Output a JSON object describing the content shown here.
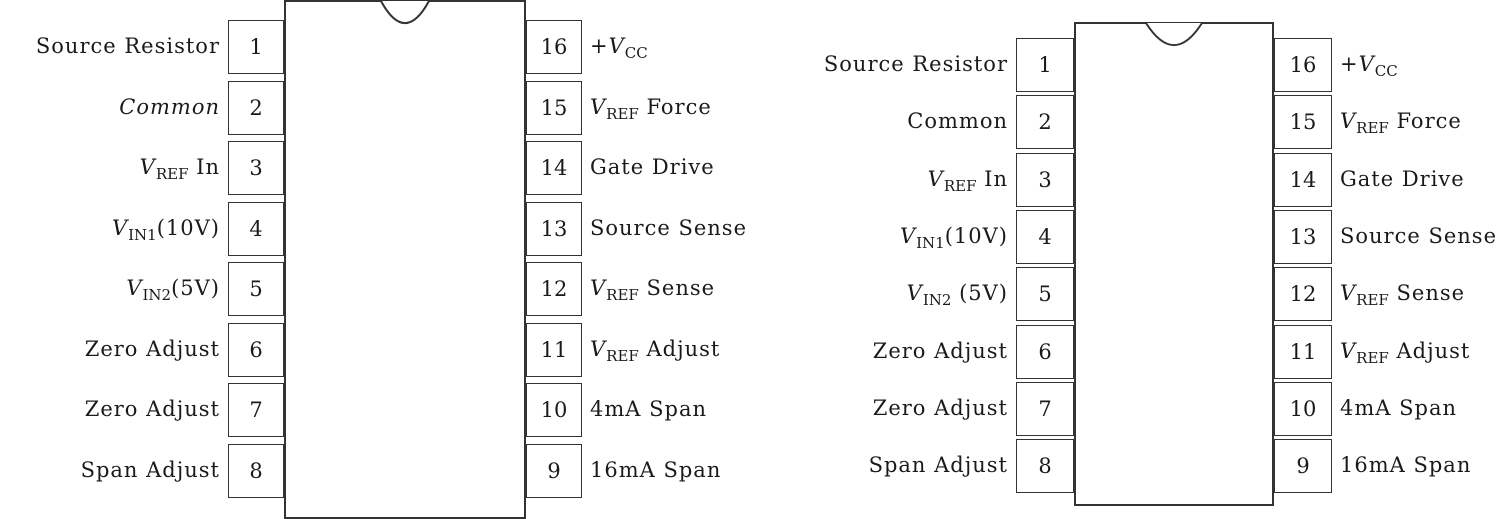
{
  "diagrams": [
    {
      "left_pins": [
        {
          "num": "1",
          "label": "Source Resistor"
        },
        {
          "num": "2",
          "label": "Common",
          "italic": true
        },
        {
          "num": "3",
          "label": "",
          "sym": "V",
          "sub": "REF",
          "suffix": " In"
        },
        {
          "num": "4",
          "label": "",
          "sym": "V",
          "sub": "IN1",
          "suffix": "(10V)"
        },
        {
          "num": "5",
          "label": "",
          "sym": "V",
          "sub": "IN2",
          "suffix": "(5V)"
        },
        {
          "num": "6",
          "label": "Zero Adjust"
        },
        {
          "num": "7",
          "label": "Zero Adjust"
        },
        {
          "num": "8",
          "label": "Span Adjust"
        }
      ],
      "right_pins": [
        {
          "num": "16",
          "label": "",
          "prefix": "+",
          "sym": "V",
          "sub": "CC",
          "suffix": ""
        },
        {
          "num": "15",
          "label": "",
          "sym": "V",
          "sub": "REF",
          "suffix": " Force"
        },
        {
          "num": "14",
          "label": "Gate Drive"
        },
        {
          "num": "13",
          "label": "Source Sense"
        },
        {
          "num": "12",
          "label": "",
          "sym": "V",
          "sub": "REF",
          "suffix": " Sense"
        },
        {
          "num": "11",
          "label": "",
          "sym": "V",
          "sub": "REF",
          "suffix": " Adjust"
        },
        {
          "num": "10",
          "label": "4mA Span"
        },
        {
          "num": "9",
          "label": "16mA Span"
        }
      ]
    },
    {
      "left_pins": [
        {
          "num": "1",
          "label": "Source Resistor"
        },
        {
          "num": "2",
          "label": "Common"
        },
        {
          "num": "3",
          "label": "",
          "sym": "V",
          "sub": "REF",
          "suffix": " In"
        },
        {
          "num": "4",
          "label": "",
          "sym": "V",
          "sub": "IN1",
          "suffix": "(10V)"
        },
        {
          "num": "5",
          "label": "",
          "sym": "V",
          "sub": "IN2",
          "suffix": " (5V)"
        },
        {
          "num": "6",
          "label": "Zero Adjust"
        },
        {
          "num": "7",
          "label": "Zero Adjust"
        },
        {
          "num": "8",
          "label": "Span Adjust"
        }
      ],
      "right_pins": [
        {
          "num": "16",
          "label": "",
          "prefix": "+",
          "sym": "V",
          "sub": "CC",
          "suffix": ""
        },
        {
          "num": "15",
          "label": "",
          "sym": "V",
          "sub": "REF",
          "suffix": " Force"
        },
        {
          "num": "14",
          "label": "Gate Drive"
        },
        {
          "num": "13",
          "label": "Source Sense"
        },
        {
          "num": "12",
          "label": "",
          "sym": "V",
          "sub": "REF",
          "suffix": " Sense"
        },
        {
          "num": "11",
          "label": "",
          "sym": "V",
          "sub": "REF",
          "suffix": " Adjust"
        },
        {
          "num": "10",
          "label": "4mA Span"
        },
        {
          "num": "9",
          "label": "16mA Span"
        }
      ]
    }
  ]
}
